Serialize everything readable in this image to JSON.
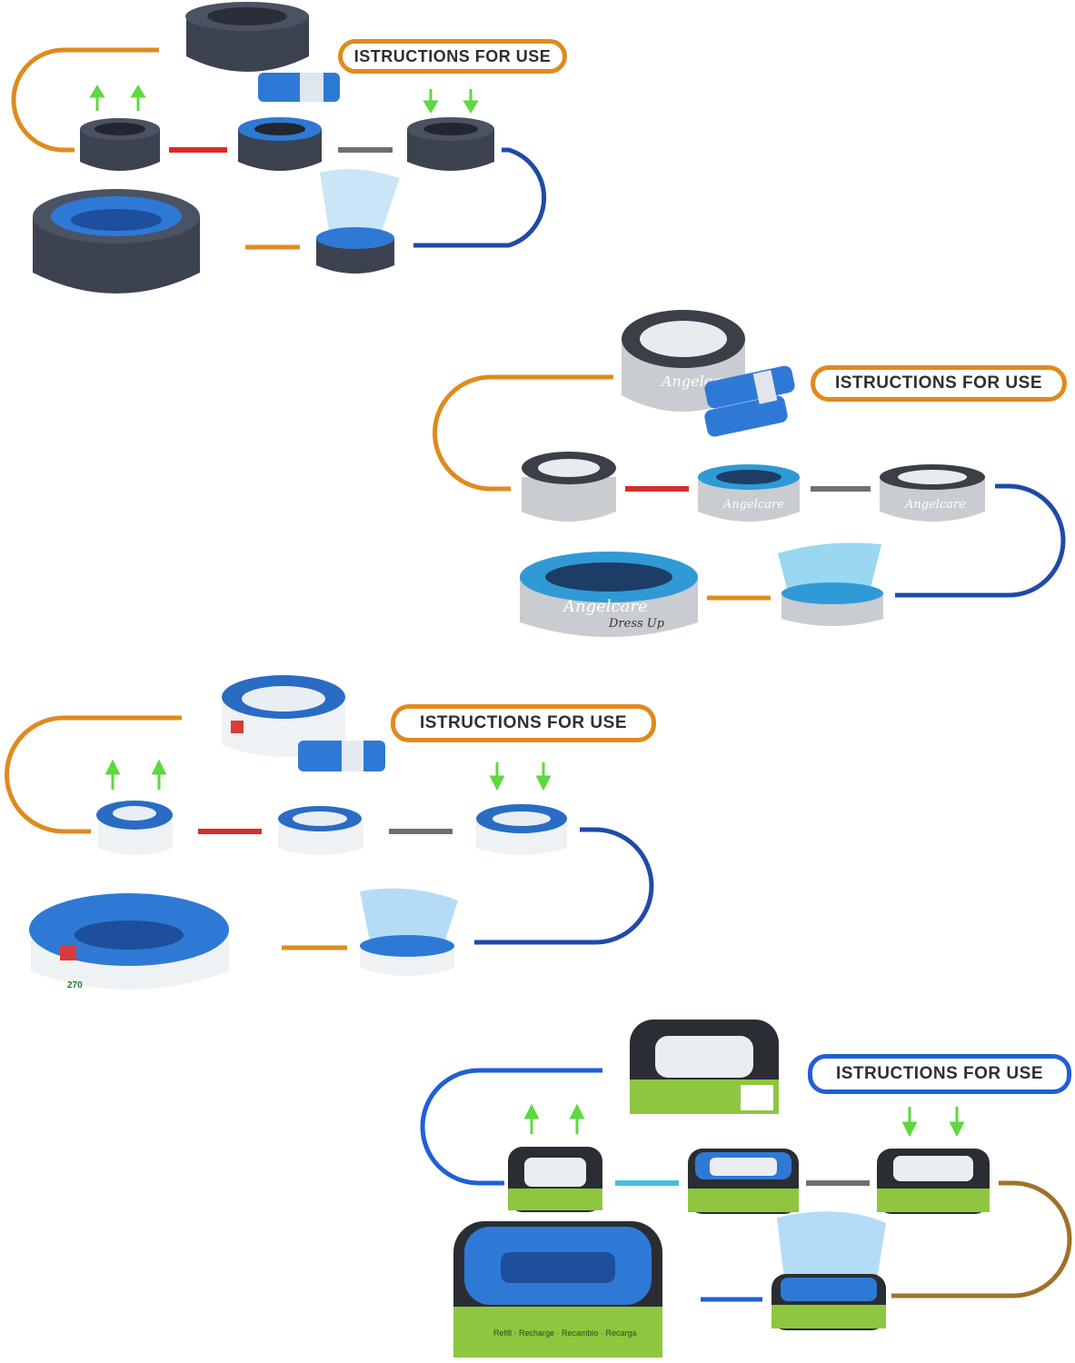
{
  "panels": [
    {
      "id": "panel-1",
      "label": "ISTRUCTIONS FOR USE",
      "product": "dark round refill cassette",
      "colors": {
        "accent": "#e08a1e",
        "link_a": "#d92b2b",
        "link_b": "#6f6f6f",
        "return": "#1e4aa8",
        "body": "#3c4250",
        "film": "#2f79d6"
      }
    },
    {
      "id": "panel-2",
      "label": "ISTRUCTIONS FOR USE",
      "brand_text": "Angelcare",
      "sub_text": "Dress Up",
      "colors": {
        "accent": "#e08a1e",
        "link_a": "#d92b2b",
        "link_b": "#6f6f6f",
        "return": "#1e4aa8",
        "body": "#c9ccd0",
        "film": "#2f9ad6"
      }
    },
    {
      "id": "panel-3",
      "label": "ISTRUCTIONS FOR USE",
      "count_text": "270",
      "colors": {
        "accent": "#e08a1e",
        "link_a": "#d92b2b",
        "link_b": "#6f6f6f",
        "return": "#1e4aa8",
        "body": "#eef2f4",
        "film": "#2f79d6"
      }
    },
    {
      "id": "panel-4",
      "label": "ISTRUCTIONS FOR USE",
      "refill_text": "Refill · Recharge · Recambio · Recarga",
      "colors": {
        "accent": "#1f5fd6",
        "link_a": "#45c1de",
        "link_b": "#6f6f6f",
        "return": "#a0712a",
        "body": "#2a2d33",
        "film": "#2f79d6"
      }
    }
  ],
  "arrow_color": "#5cd93f"
}
